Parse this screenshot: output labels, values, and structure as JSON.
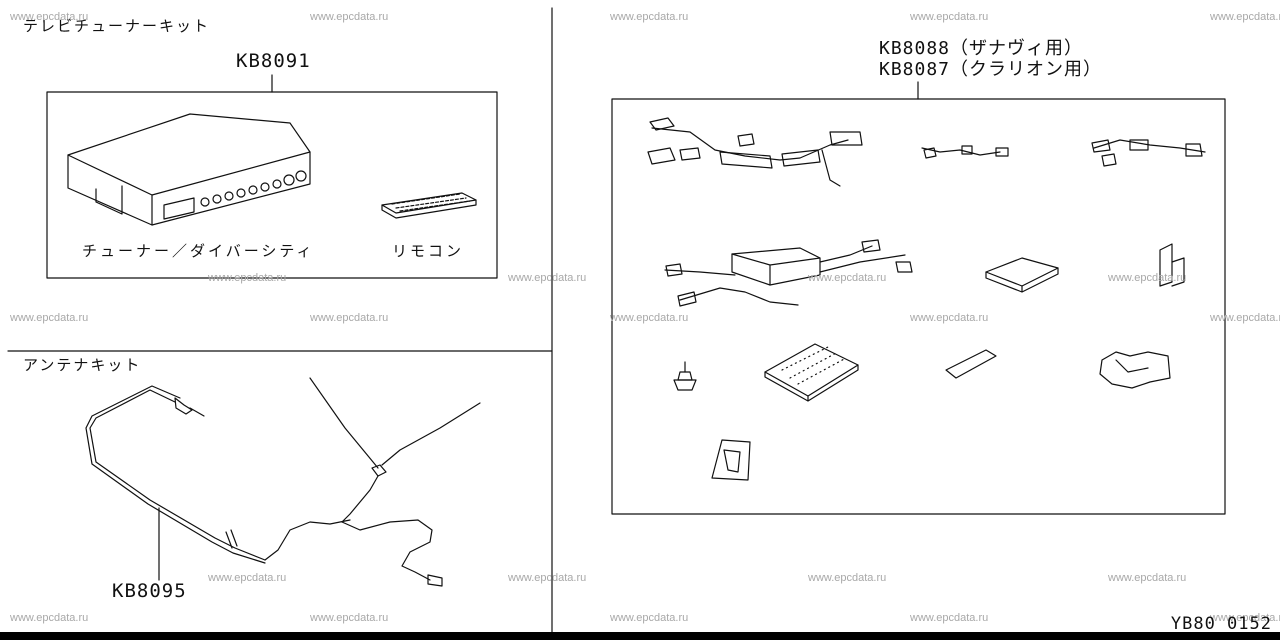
{
  "watermark": "www.epcdata.ru",
  "sections": {
    "tv_tuner_kit": {
      "title": "テレビチューナーキット",
      "part_number": "KB8091",
      "items": [
        "チューナー／ダイバーシティ",
        "リモコン"
      ]
    },
    "antenna_kit": {
      "title": "アンテナキット",
      "part_number": "KB8095"
    },
    "navi_kit": {
      "part_numbers": [
        "KB8088（ザナヴィ用）",
        "KB8087（クラリオン用）"
      ]
    }
  },
  "diagram_code": "YB80 0152"
}
